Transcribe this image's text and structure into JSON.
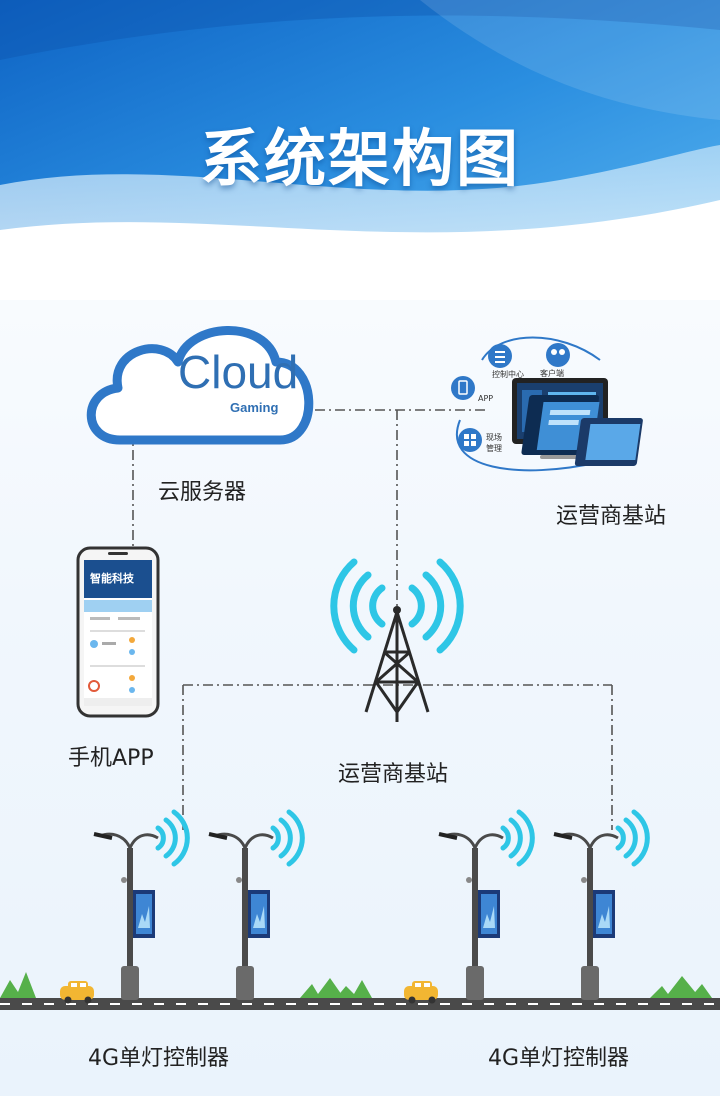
{
  "title": "系统架构图",
  "cloud": {
    "word": "Cloud",
    "sub": "Gaming",
    "label": "云服务器"
  },
  "platform": {
    "label": "运营商基站",
    "menu": [
      "控制中心",
      "客户端",
      "APP",
      "现场",
      "管理"
    ]
  },
  "tower": {
    "label": "运营商基站"
  },
  "phone": {
    "label": "手机APP",
    "banner": "智能科技"
  },
  "controllers": [
    {
      "label": "4G单灯控制器"
    },
    {
      "label": "4G单灯控制器"
    }
  ],
  "colors": {
    "sky": "#1f86d8",
    "accent": "#2ec6e6",
    "line": "#555555",
    "road": "#4a4a4a",
    "grass": "#56b04a"
  }
}
